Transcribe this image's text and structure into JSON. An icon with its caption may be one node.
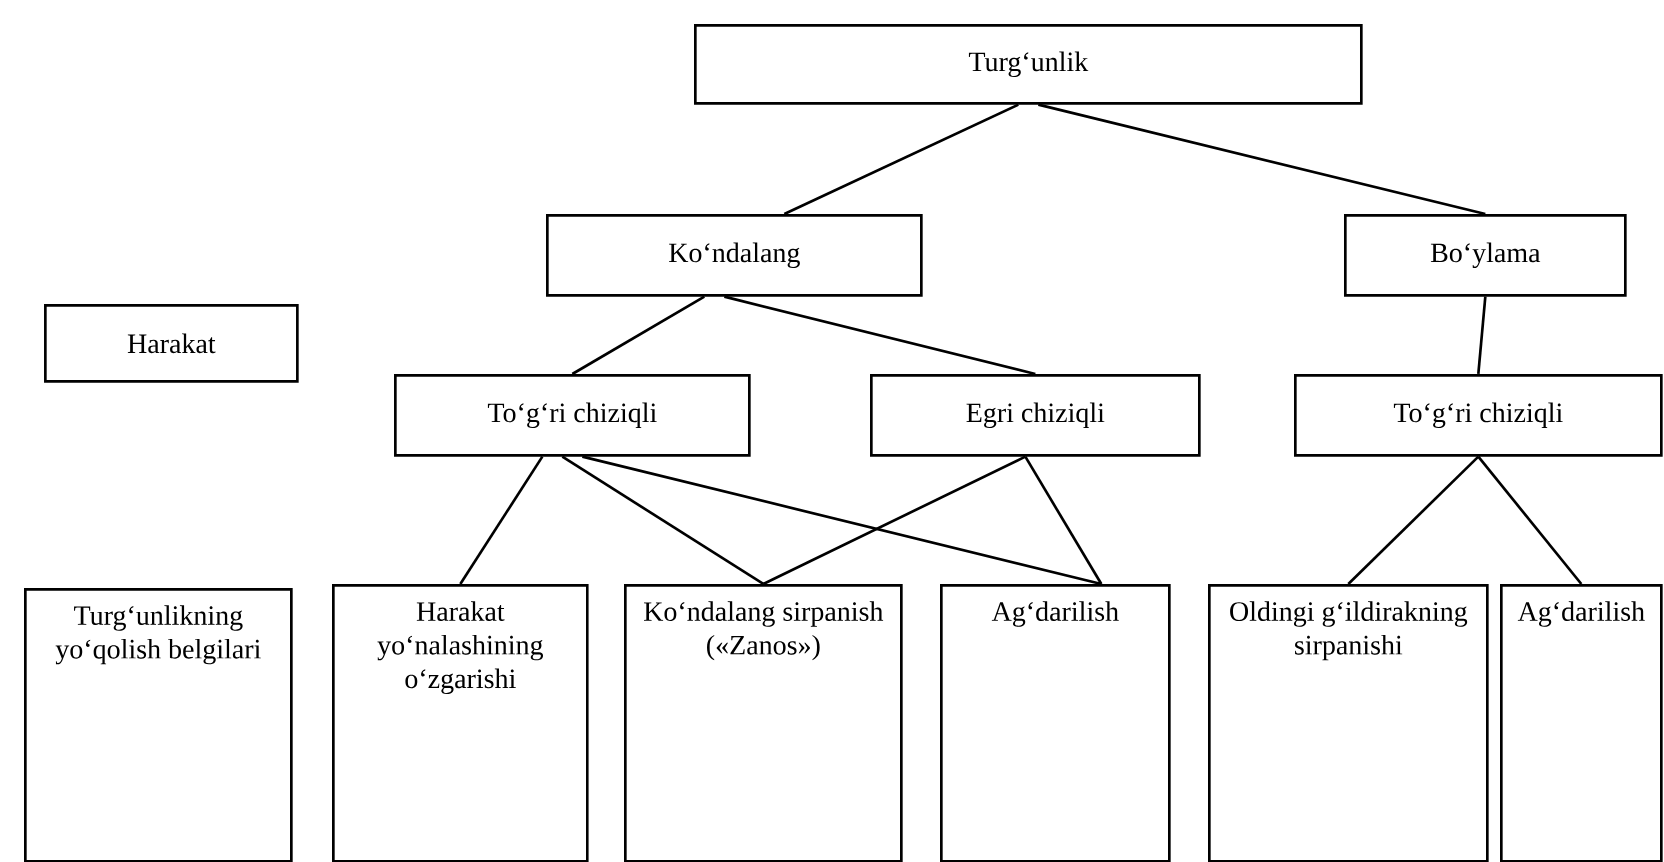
{
  "diagram": {
    "nodes": [
      {
        "text": [
          "Turg‘unlik"
        ]
      },
      {
        "text": [
          "Ko‘ndalang"
        ]
      },
      {
        "text": [
          "Bo‘ylama"
        ]
      },
      {
        "text": [
          "Harakat"
        ]
      },
      {
        "text": [
          "To‘g‘ri chiziqli"
        ]
      },
      {
        "text": [
          "Egri chiziqli"
        ]
      },
      {
        "text": [
          "To‘g‘ri chiziqli"
        ]
      },
      {
        "text": [
          "Turg‘unlikning yo‘qolish belgilari"
        ]
      },
      {
        "text": [
          "Harakat yo‘nalashining o‘zgarishi"
        ]
      },
      {
        "text": [
          "Ko‘ndalang sirpanish («Zanos»)"
        ]
      },
      {
        "text": [
          "Ag‘darilish"
        ]
      },
      {
        "text": [
          "Oldingi g‘ildirakning sirpanishi"
        ]
      },
      {
        "text": [
          "Ag‘darilish"
        ]
      }
    ],
    "edges": [
      {
        "from": 0,
        "to": 1,
        "arrow": "none"
      },
      {
        "from": 0,
        "to": 2,
        "arrow": "none"
      },
      {
        "from": 1,
        "to": 4,
        "arrow": "none"
      },
      {
        "from": 1,
        "to": 5,
        "arrow": "none"
      },
      {
        "from": 2,
        "to": 6,
        "arrow": "none"
      },
      {
        "from": 4,
        "to": 8,
        "arrow": "none"
      },
      {
        "from": 4,
        "to": 9,
        "arrow": "none"
      },
      {
        "from": 4,
        "to": 10,
        "arrow": "none"
      },
      {
        "from": 5,
        "to": 9,
        "arrow": "none"
      },
      {
        "from": 5,
        "to": 10,
        "arrow": "none"
      },
      {
        "from": 6,
        "to": 11,
        "arrow": "none"
      },
      {
        "from": 6,
        "to": 12,
        "arrow": "none"
      }
    ]
  }
}
